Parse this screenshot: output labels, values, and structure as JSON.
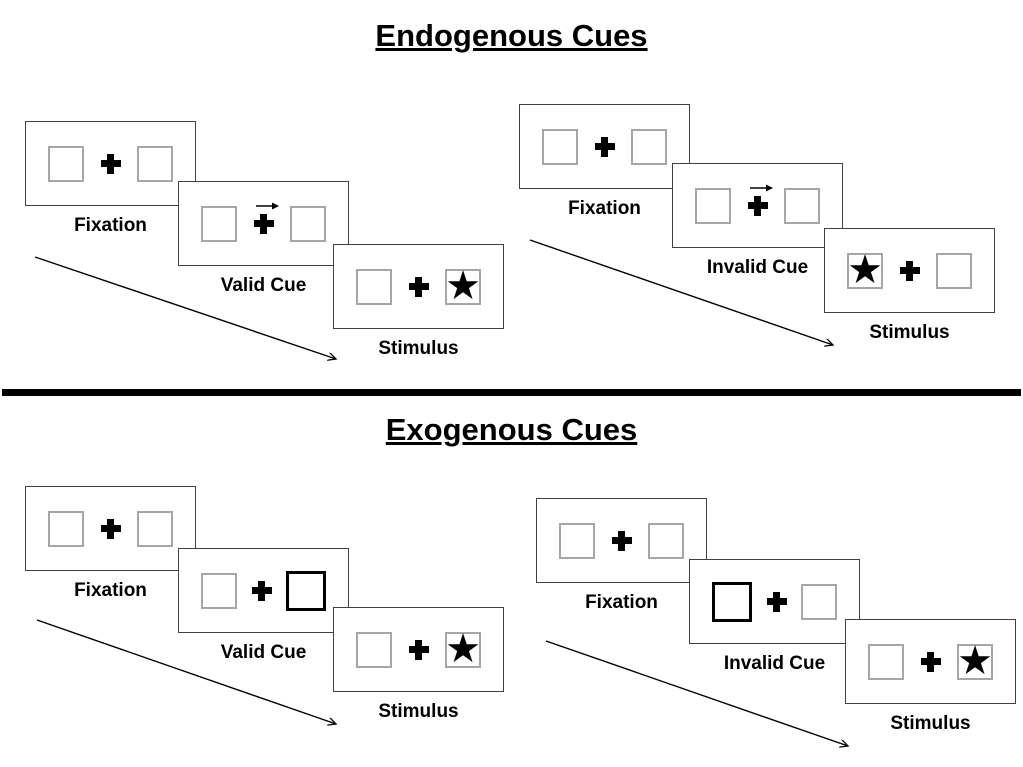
{
  "icons": {
    "star": "★",
    "fixation_cross": "+",
    "cue_arrow_direction": "right"
  },
  "colors": {
    "background": "#ffffff",
    "panel_border": "#404040",
    "square_border": "#a6a6a6",
    "thick_cue_border": "#000000",
    "ink": "#000000"
  },
  "sections": [
    {
      "title": "Endogenous Cues",
      "sequences": [
        {
          "key": "endogenous-valid",
          "panels": [
            {
              "label": "Fixation",
              "type": "fixation",
              "left": {
                "content": "empty",
                "style": "normal"
              },
              "right": {
                "content": "empty",
                "style": "normal"
              },
              "cue_arrow": false
            },
            {
              "label": "Valid Cue",
              "type": "cue",
              "left": {
                "content": "empty",
                "style": "normal"
              },
              "right": {
                "content": "empty",
                "style": "normal"
              },
              "cue_arrow": true
            },
            {
              "label": "Stimulus",
              "type": "stimulus",
              "left": {
                "content": "empty",
                "style": "normal"
              },
              "right": {
                "content": "star",
                "style": "normal"
              },
              "cue_arrow": false
            }
          ]
        },
        {
          "key": "endogenous-invalid",
          "panels": [
            {
              "label": "Fixation",
              "type": "fixation",
              "left": {
                "content": "empty",
                "style": "normal"
              },
              "right": {
                "content": "empty",
                "style": "normal"
              },
              "cue_arrow": false
            },
            {
              "label": "Invalid Cue",
              "type": "cue",
              "left": {
                "content": "empty",
                "style": "normal"
              },
              "right": {
                "content": "empty",
                "style": "normal"
              },
              "cue_arrow": true
            },
            {
              "label": "Stimulus",
              "type": "stimulus",
              "left": {
                "content": "star",
                "style": "normal"
              },
              "right": {
                "content": "empty",
                "style": "normal"
              },
              "cue_arrow": false
            }
          ]
        }
      ]
    },
    {
      "title": "Exogenous Cues",
      "sequences": [
        {
          "key": "exogenous-valid",
          "panels": [
            {
              "label": "Fixation",
              "type": "fixation",
              "left": {
                "content": "empty",
                "style": "normal"
              },
              "right": {
                "content": "empty",
                "style": "normal"
              },
              "cue_arrow": false
            },
            {
              "label": "Valid Cue",
              "type": "cue",
              "left": {
                "content": "empty",
                "style": "normal"
              },
              "right": {
                "content": "empty",
                "style": "thick"
              },
              "cue_arrow": false
            },
            {
              "label": "Stimulus",
              "type": "stimulus",
              "left": {
                "content": "empty",
                "style": "normal"
              },
              "right": {
                "content": "star",
                "style": "normal"
              },
              "cue_arrow": false
            }
          ]
        },
        {
          "key": "exogenous-invalid",
          "panels": [
            {
              "label": "Fixation",
              "type": "fixation",
              "left": {
                "content": "empty",
                "style": "normal"
              },
              "right": {
                "content": "empty",
                "style": "normal"
              },
              "cue_arrow": false
            },
            {
              "label": "Invalid Cue",
              "type": "cue",
              "left": {
                "content": "empty",
                "style": "thick"
              },
              "right": {
                "content": "empty",
                "style": "normal"
              },
              "cue_arrow": false
            },
            {
              "label": "Stimulus",
              "type": "stimulus",
              "left": {
                "content": "empty",
                "style": "normal"
              },
              "right": {
                "content": "star",
                "style": "normal"
              },
              "cue_arrow": false
            }
          ]
        }
      ]
    }
  ]
}
